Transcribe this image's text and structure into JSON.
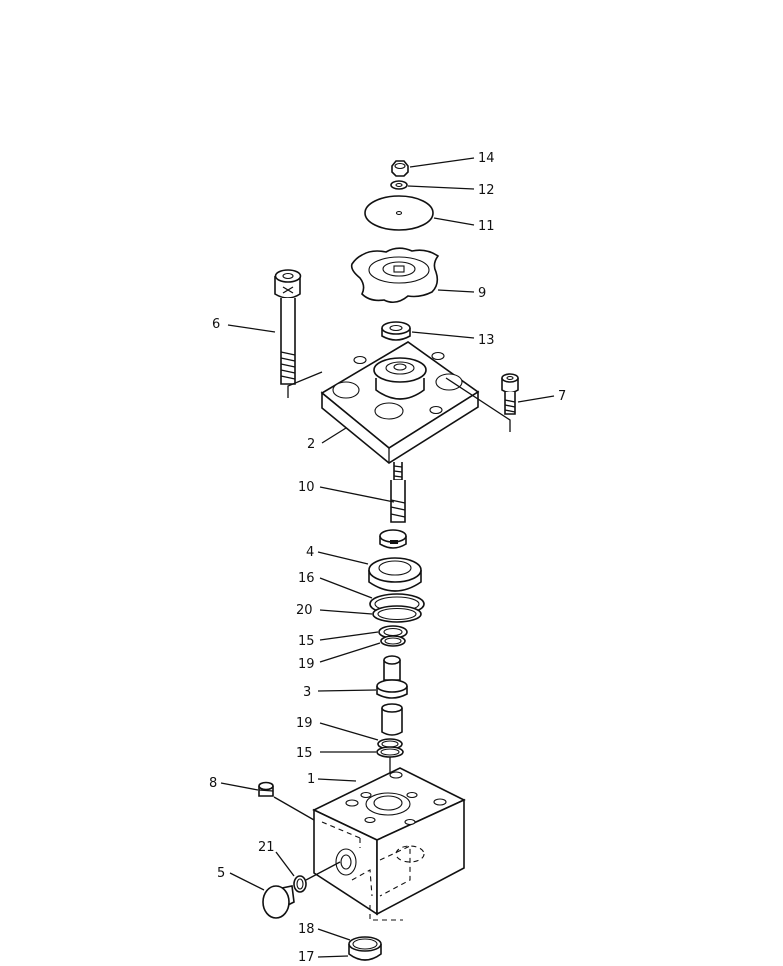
{
  "diagram": {
    "callouts": [
      {
        "id": "14",
        "label": "14"
      },
      {
        "id": "12",
        "label": "12"
      },
      {
        "id": "11",
        "label": "11"
      },
      {
        "id": "9",
        "label": "9"
      },
      {
        "id": "6",
        "label": "6"
      },
      {
        "id": "13",
        "label": "13"
      },
      {
        "id": "7",
        "label": "7"
      },
      {
        "id": "2",
        "label": "2"
      },
      {
        "id": "10",
        "label": "10"
      },
      {
        "id": "4",
        "label": "4"
      },
      {
        "id": "16",
        "label": "16"
      },
      {
        "id": "20",
        "label": "20"
      },
      {
        "id": "15a",
        "label": "15"
      },
      {
        "id": "19a",
        "label": "19"
      },
      {
        "id": "3",
        "label": "3"
      },
      {
        "id": "19b",
        "label": "19"
      },
      {
        "id": "15b",
        "label": "15"
      },
      {
        "id": "1",
        "label": "1"
      },
      {
        "id": "8",
        "label": "8"
      },
      {
        "id": "21",
        "label": "21"
      },
      {
        "id": "5",
        "label": "5"
      },
      {
        "id": "18",
        "label": "18"
      },
      {
        "id": "17",
        "label": "17"
      }
    ]
  }
}
